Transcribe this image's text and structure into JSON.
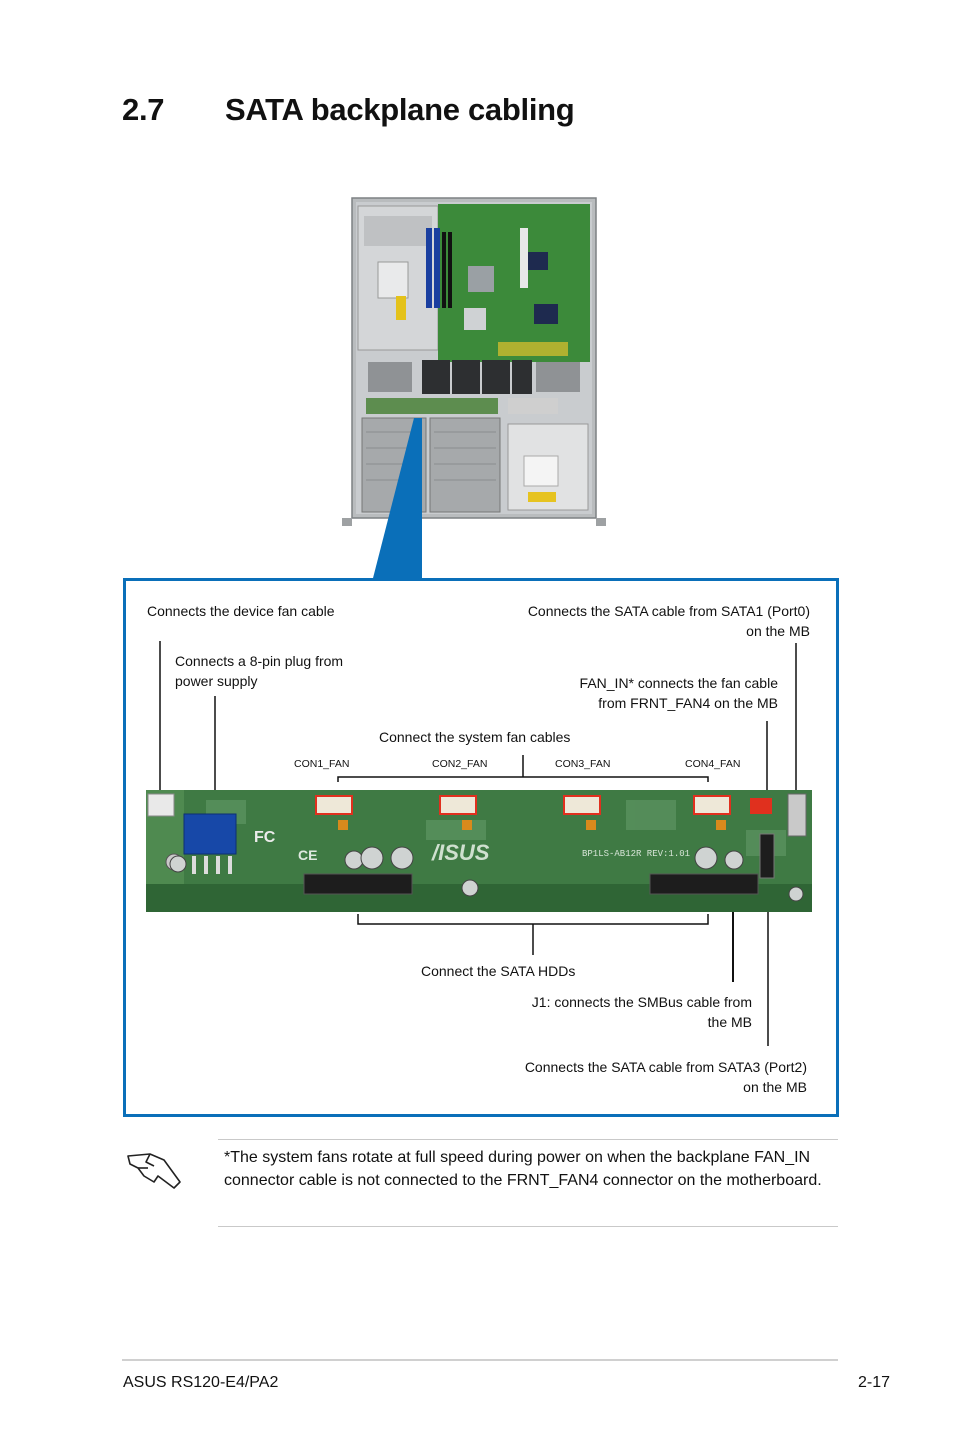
{
  "section": {
    "number": "2.7",
    "title": "SATA backplane cabling"
  },
  "callouts": {
    "device_fan": "Connects the device fan cable",
    "sata1_line1": "Connects the SATA cable from SATA1 (Port0)",
    "sata1_line2": "on the MB",
    "power_line1": "Connects a 8-pin plug from",
    "power_line2": "power supply",
    "fan_in_line1": "FAN_IN* connects the fan cable",
    "fan_in_line2": "from FRNT_FAN4 on the MB",
    "system_fans": "Connect the system fan cables",
    "sata_hdds": "Connect the SATA HDDs",
    "j1_line1": "J1: connects the SMBus cable from",
    "j1_line2": "the MB",
    "sata3_line1": "Connects the SATA cable from SATA3 (Port2)",
    "sata3_line2": "on the MB"
  },
  "connectors": [
    "CON1_FAN",
    "CON2_FAN",
    "CON3_FAN",
    "CON4_FAN"
  ],
  "board_marks": {
    "logo": "/ISUS",
    "ce": "CE",
    "fc": "FC",
    "rev": "BP1LS-AB12R REV:1.01"
  },
  "note": {
    "icon": "hand-note-icon",
    "text": "*The system fans rotate at full speed during power on when the backplane FAN_IN connector cable is not connected to the FRNT_FAN4 connector on the motherboard."
  },
  "footer": {
    "left": "ASUS RS120-E4/PA2",
    "right": "2-17"
  },
  "colors": {
    "frame": "#0a6fb9",
    "board": "#3f7a44",
    "highlight": "#e0301e"
  }
}
